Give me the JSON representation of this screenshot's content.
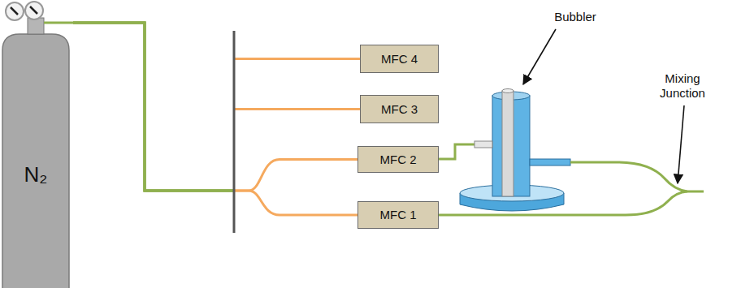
{
  "diagram": {
    "nodes": [
      {
        "text": [
          "N₂"
        ]
      },
      {
        "text": [
          "MFC 4"
        ]
      },
      {
        "text": [
          "MFC 3"
        ]
      },
      {
        "text": [
          "MFC 2"
        ]
      },
      {
        "text": [
          "MFC 1"
        ]
      }
    ],
    "edges": [
      {
        "from": 0,
        "to": 1,
        "arrow": "none"
      },
      {
        "from": 0,
        "to": 2,
        "arrow": "none"
      },
      {
        "from": 0,
        "to": 3,
        "arrow": "none"
      },
      {
        "from": 0,
        "to": 4,
        "arrow": "none"
      }
    ],
    "labels": [
      "Bubbler",
      "Mixing Junction"
    ]
  }
}
